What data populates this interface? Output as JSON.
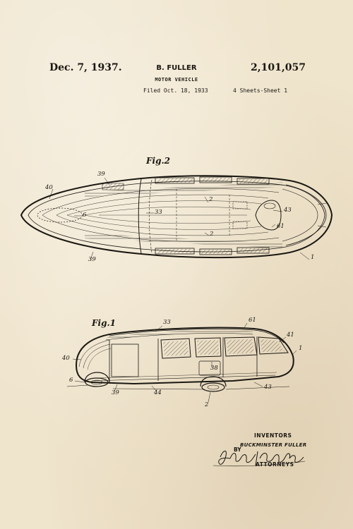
{
  "header": {
    "date": "Dec. 7, 1937.",
    "inventor": "B. FULLER",
    "patent_number": "2,101,057",
    "title": "MOTOR VEHICLE",
    "filed": "Filed Oct. 18, 1933",
    "sheets": "4 Sheets-Sheet 1"
  },
  "figures": {
    "fig2": {
      "label": "Fig.2",
      "refs": [
        "39",
        "40",
        "6",
        "33",
        "2",
        "2",
        "43",
        "61",
        "39",
        "1"
      ]
    },
    "fig1": {
      "label": "Fig.1",
      "refs": [
        "33",
        "61",
        "41",
        "40",
        "1",
        "38",
        "6",
        "39",
        "44",
        "43",
        "2"
      ]
    }
  },
  "footer": {
    "inventors_label": "INVENTORS",
    "inventor_name": "BUCKMINSTER FULLER",
    "by": "BY",
    "attorneys_label": "ATTORNEYS"
  },
  "colors": {
    "paper": "#efe4cc",
    "ink": "#1a1712"
  }
}
